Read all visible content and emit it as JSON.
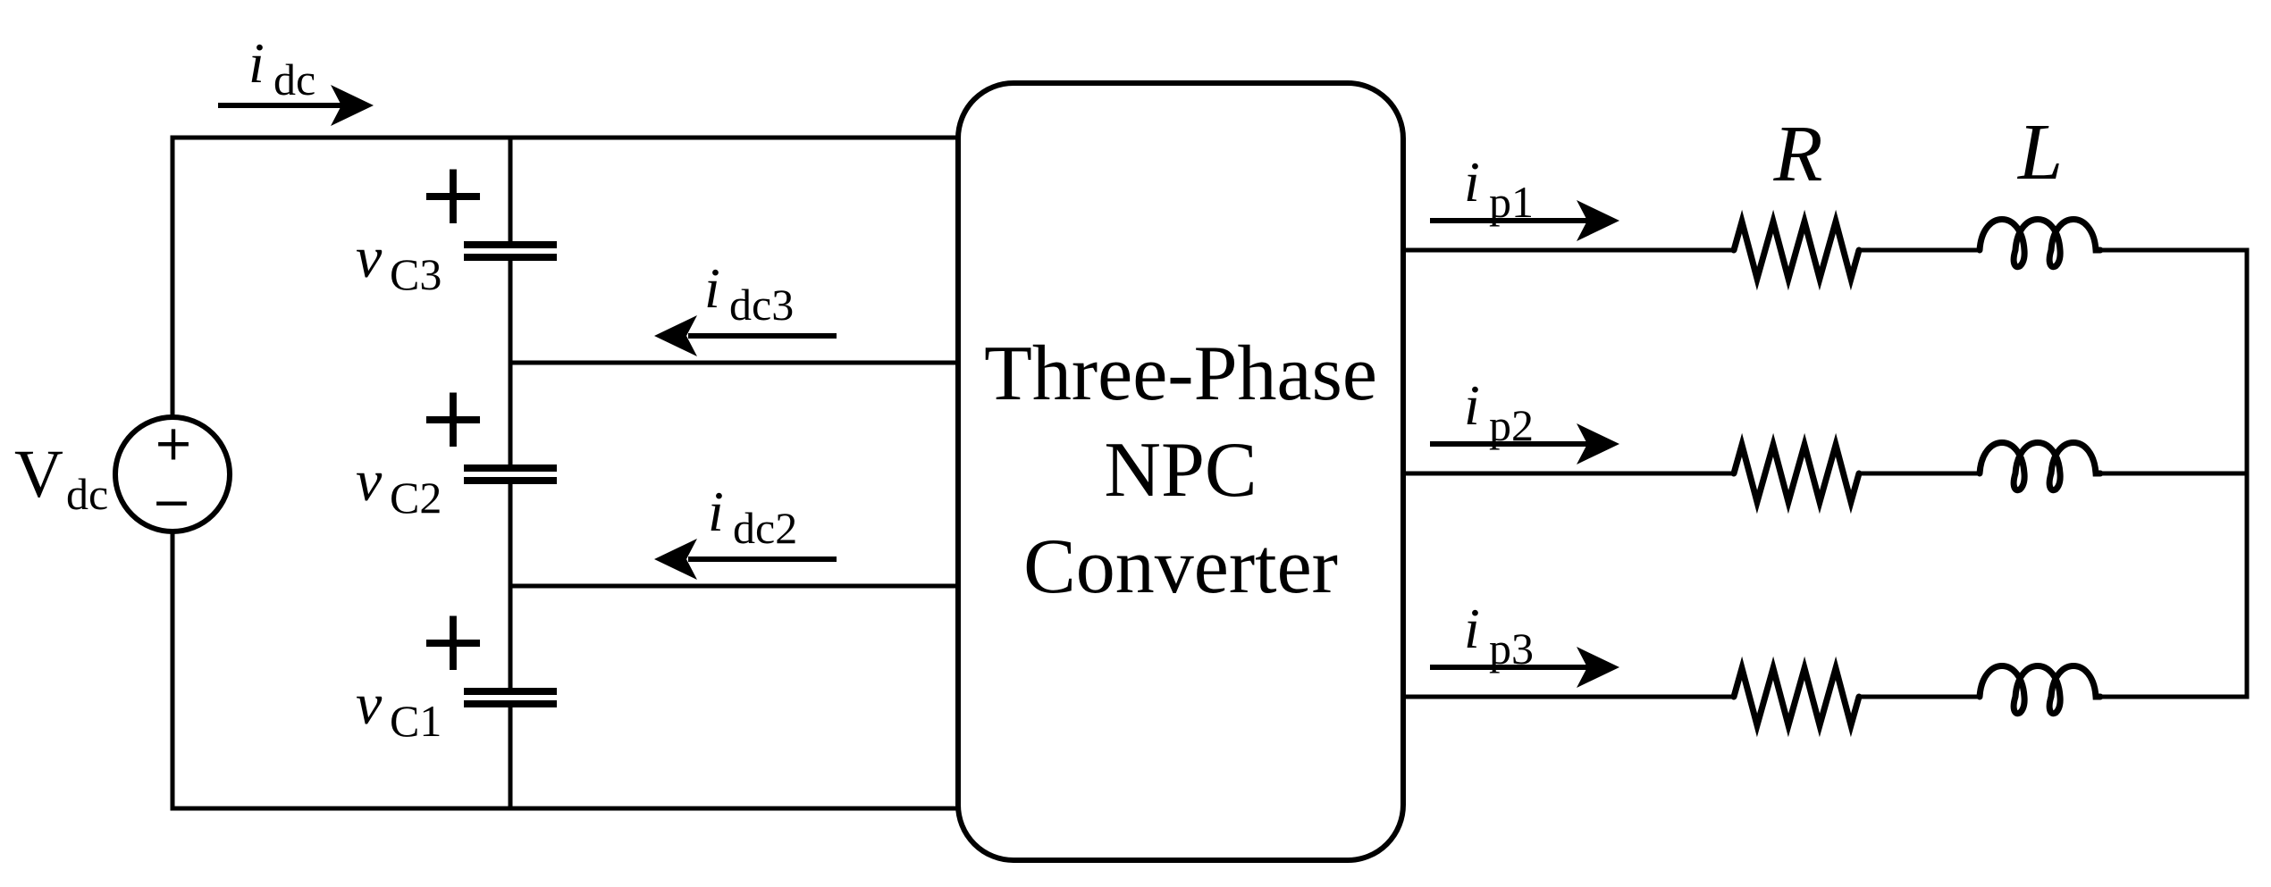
{
  "diagram": {
    "colors": {
      "stroke": "#000000",
      "background": "#ffffff"
    },
    "source": {
      "label_base": "V",
      "label_sub": "dc",
      "plus_sign": "+",
      "minus_sign": "−"
    },
    "dc_link": {
      "input_current": {
        "base": "i",
        "sub": "dc"
      },
      "capacitors": [
        {
          "base": "v",
          "sub": "C3",
          "plus_sign": "+"
        },
        {
          "base": "v",
          "sub": "C2",
          "plus_sign": "+"
        },
        {
          "base": "v",
          "sub": "C1",
          "plus_sign": "+"
        }
      ],
      "tap_currents": [
        {
          "base": "i",
          "sub": "dc3"
        },
        {
          "base": "i",
          "sub": "dc2"
        }
      ]
    },
    "converter": {
      "line1": "Three-Phase",
      "line2": "NPC",
      "line3": "Converter"
    },
    "ac_side": {
      "phase_currents": [
        {
          "base": "i",
          "sub": "p1"
        },
        {
          "base": "i",
          "sub": "p2"
        },
        {
          "base": "i",
          "sub": "p3"
        }
      ],
      "resistor_label": "R",
      "inductor_label": "L"
    }
  }
}
